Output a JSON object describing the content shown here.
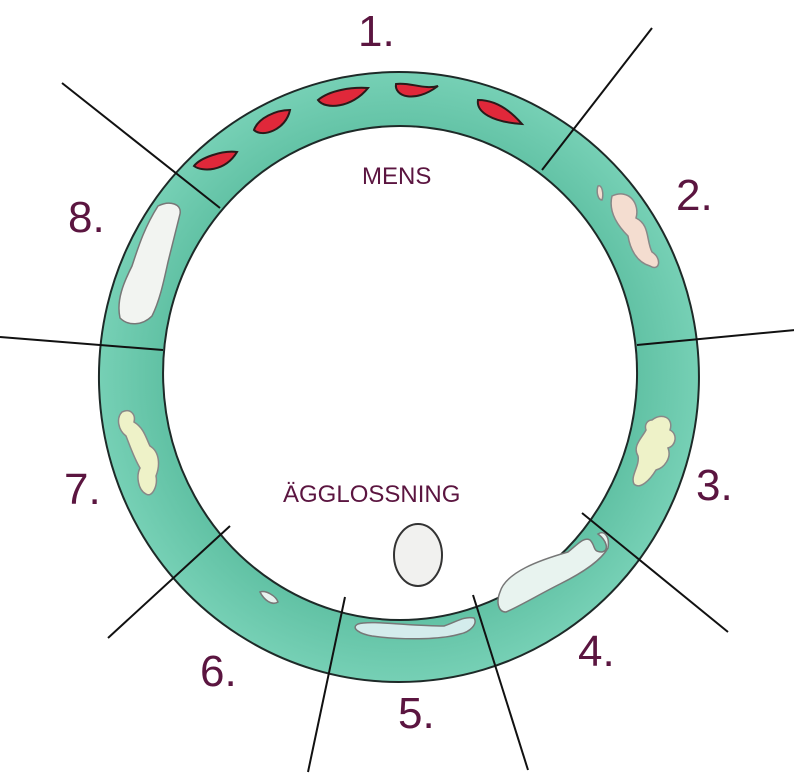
{
  "diagram": {
    "labels": {
      "mens": "MENS",
      "ovulation": "ÄGGLOSSNING"
    },
    "phases": [
      {
        "number": "1.",
        "content": "blood-drops"
      },
      {
        "number": "2.",
        "content": "discharge-pink"
      },
      {
        "number": "3.",
        "content": "discharge-yellow"
      },
      {
        "number": "4.",
        "content": "discharge-clear-large"
      },
      {
        "number": "5.",
        "content": "discharge-stretchy"
      },
      {
        "number": "6.",
        "content": "discharge-minimal"
      },
      {
        "number": "7.",
        "content": "discharge-yellow"
      },
      {
        "number": "8.",
        "content": "discharge-white"
      }
    ],
    "colors": {
      "ring": "#6cc9ad",
      "ring_edge": "#1e2a28",
      "blood": "#e0283a",
      "egg": "#f1f1ef",
      "text": "#5b1540"
    }
  }
}
